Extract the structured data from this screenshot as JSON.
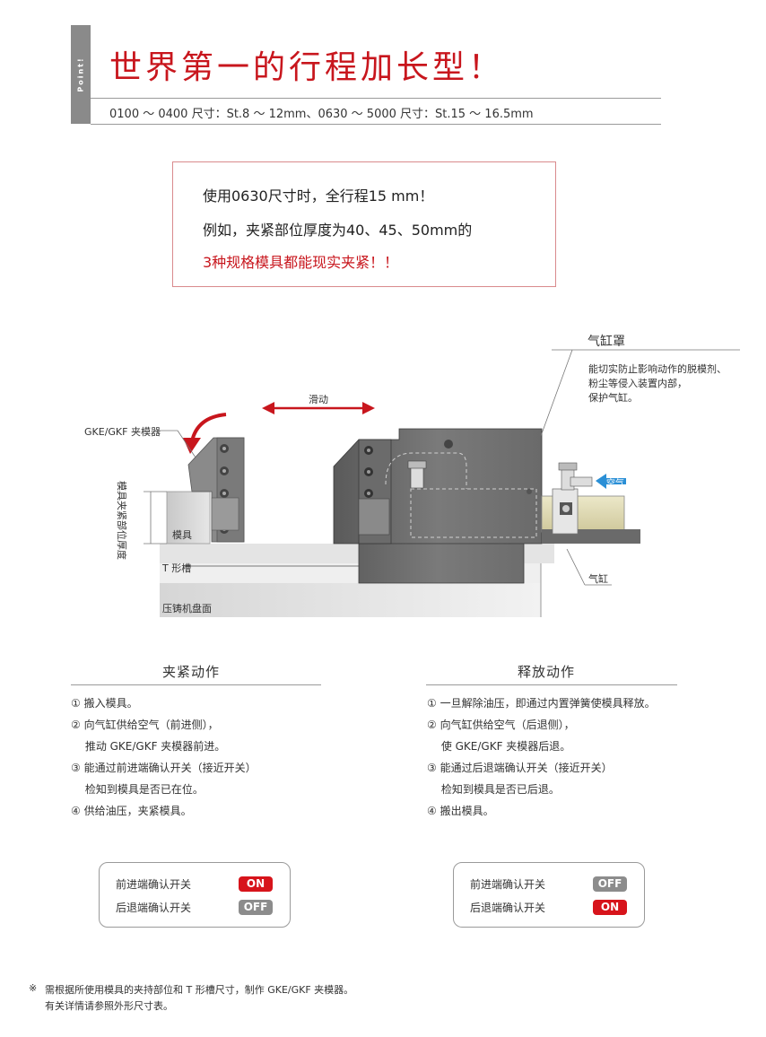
{
  "header": {
    "point_tab": "Point!",
    "headline": "世界第一的行程加长型！",
    "subline": "0100 ～ 0400 尺寸：St.8 ～ 12mm、0630 ～ 5000 尺寸：St.15 ～ 16.5mm"
  },
  "callout": {
    "line1": "使用0630尺寸时，全行程15 mm！",
    "line2": "例如，夹紧部位厚度为40、45、50mm的",
    "line3": "3种规格模具都能现实夹紧！！"
  },
  "diagram": {
    "cylinder_cover_title": "气缸罩",
    "cylinder_cover_desc": [
      "能切实防止影响动作的脱模剂、",
      "粉尘等侵入装置内部，",
      "保护气缸。"
    ],
    "slide_label": "滑动",
    "clamp_label": "GKE/GKF 夹模器",
    "thickness_label": "模具夹紧部位厚度",
    "mold_label": "模具",
    "t_slot_label": "T 形槽",
    "platen_label": "压铸机盘面",
    "air_label": "空气",
    "cylinder_label": "气缸"
  },
  "clamp_section": {
    "title": "夹紧动作",
    "steps": [
      "① 搬入模具。",
      "② 向气缸供给空气（前进侧），",
      "　 推动 GKE/GKF 夹模器前进。",
      "③ 能通过前进端确认开关（接近开关）",
      "　 检知到模具是否已在位。",
      "④ 供给油压，夹紧模具。"
    ],
    "status": [
      {
        "name": "前进端确认开关",
        "state": "ON"
      },
      {
        "name": "后退端确认开关",
        "state": "OFF"
      }
    ]
  },
  "release_section": {
    "title": "释放动作",
    "steps": [
      "① 一旦解除油压，即通过内置弹簧使模具释放。",
      "② 向气缸供给空气（后退侧），",
      "　 使 GKE/GKF 夹模器后退。",
      "③ 能通过后退端确认开关（接近开关）",
      "　 检知到模具是否已后退。",
      "④ 搬出模具。"
    ],
    "status": [
      {
        "name": "前进端确认开关",
        "state": "OFF"
      },
      {
        "name": "后退端确认开关",
        "state": "ON"
      }
    ]
  },
  "footnote": {
    "mark": "※",
    "line1": "需根据所使用模具的夹持部位和 T 形槽尺寸，制作 GKE/GKF 夹模器。",
    "line2": "有关详情请参照外形尺寸表。"
  },
  "colors": {
    "accent_red": "#c8161d",
    "on_badge": "#d7141b",
    "off_badge": "#8c8c8c",
    "air_arrow": "#2a8fd6",
    "cylinder_body": "#e2ddb8"
  }
}
